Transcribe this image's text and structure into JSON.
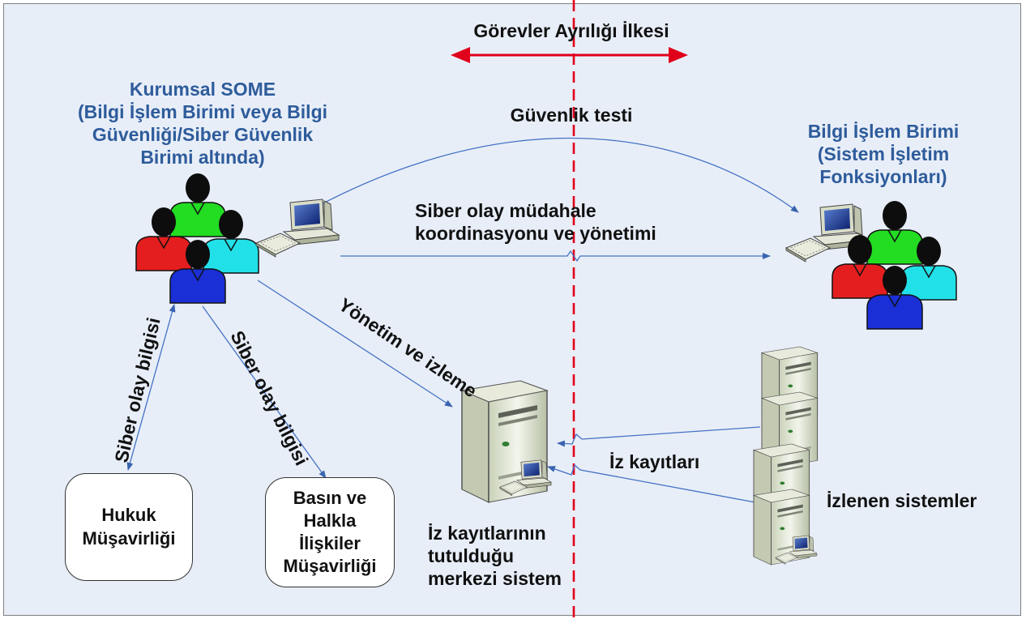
{
  "title": "Görevler Ayrılığı İlkesi",
  "some_group": {
    "heading": "Kurumsal SOME",
    "line1": "(Bilgi İşlem Birimi veya Bilgi",
    "line2": "Güvenliği/Siber Güvenlik",
    "line3": "Birimi altında)"
  },
  "it_group": {
    "line1": "Bilgi İşlem Birimi",
    "line2": "(Sistem İşletim",
    "line3": "Fonksiyonları)"
  },
  "edges": {
    "security_test": "Güvenlik testi",
    "incident_line1": "Siber olay müdahale",
    "incident_line2": "koordinasyonu ve yönetimi",
    "management": "Yönetim ve izleme",
    "info_left": "Siber olay bilgisi",
    "info_right": "Siber olay bilgisi",
    "logs": "İz kayıtları"
  },
  "nodes": {
    "legal_line1": "Hukuk",
    "legal_line2": "Müşavirliği",
    "press_line1": "Basın ve",
    "press_line2": "Halkla",
    "press_line3": "İlişkiler",
    "press_line4": "Müşavirliği",
    "central_line1": "İz kayıtlarının",
    "central_line2": "tutulduğu",
    "central_line3": "merkezi sistem",
    "monitored": "İzlenen sistemler"
  },
  "colors": {
    "divider": "#e0001b",
    "arrow": "#4472c4",
    "heading_blue": "#2e5c9b",
    "person_red": "#e41e1e",
    "person_green": "#22dd22",
    "person_cyan": "#22e0e8",
    "person_blue": "#1a2fd6"
  }
}
